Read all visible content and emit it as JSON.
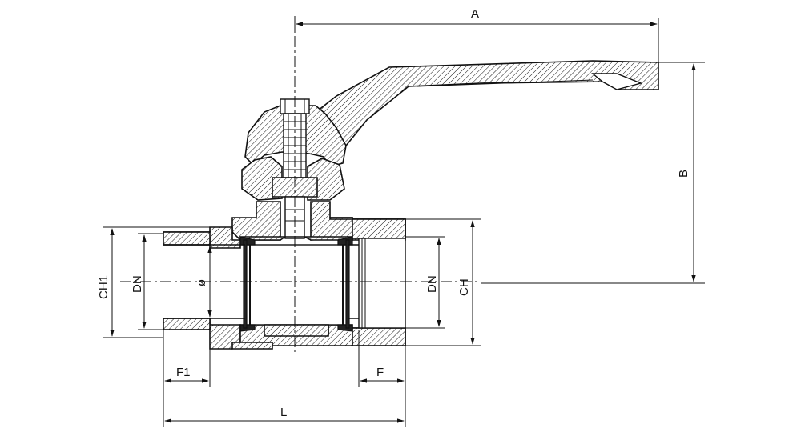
{
  "dimensions": {
    "A": "A",
    "B": "B",
    "L": "L",
    "F": "F",
    "F1": "F1",
    "CH": "CH",
    "CH1": "CH1",
    "DN_left": "DN",
    "DN_right": "DN",
    "bore": "ø"
  }
}
